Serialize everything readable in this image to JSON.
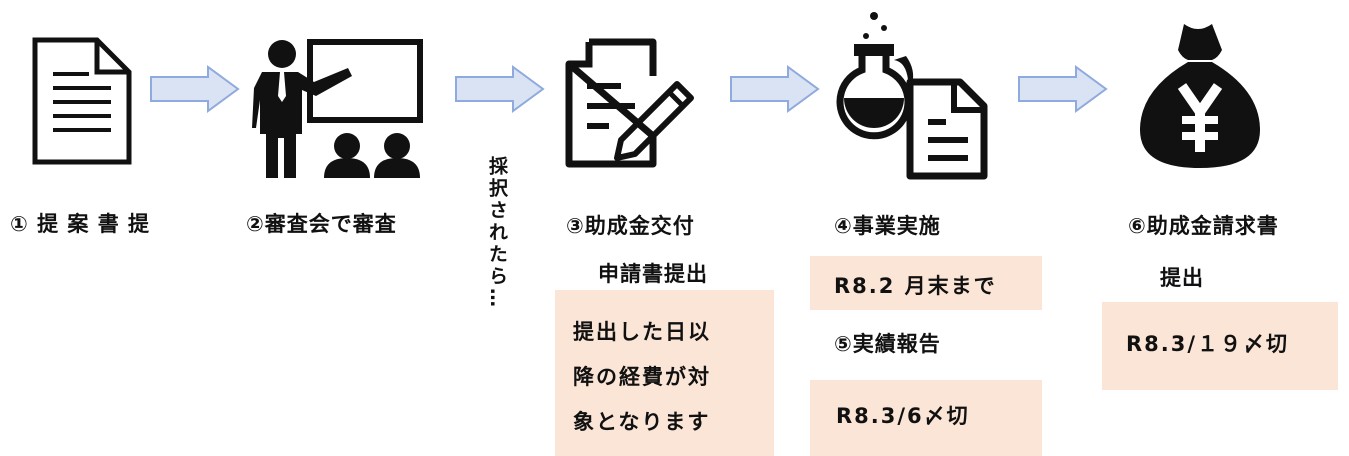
{
  "steps": {
    "s1": {
      "label": "① 提 案 書 提"
    },
    "s2": {
      "label": "②審査会で審査"
    },
    "adopted_note": "採択されたら…",
    "s3": {
      "label_line1": "③助成金交付",
      "label_line2": "申請書提出",
      "note_lines": [
        "提出した日以",
        "降の経費が対",
        "象となります"
      ]
    },
    "s4": {
      "label": "④事業実施",
      "deadline": "R8.2 月末まで"
    },
    "s5": {
      "label": "⑤実績報告",
      "deadline": "R8.3/6〆切"
    },
    "s6": {
      "label_line1": "⑥助成金請求書",
      "label_line2": "提出",
      "deadline": "R8.3/１９〆切"
    }
  },
  "colors": {
    "arrow_fill": "#dae3f3",
    "arrow_stroke": "#8faadc",
    "note_box": "#fbe5d6",
    "icon": "#111111"
  },
  "icons": [
    "document-icon",
    "presenter-icon",
    "form-pen-icon",
    "flask-document-icon",
    "yen-bag-icon"
  ]
}
